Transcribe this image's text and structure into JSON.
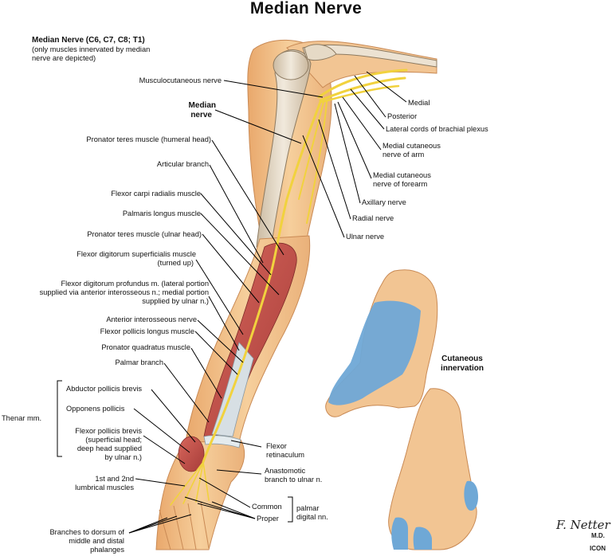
{
  "title": "Median Nerve",
  "header": {
    "line1": "Median Nerve (C6, C7, C8; T1)",
    "line2": "(only muscles innervated by median",
    "line3": "nerve are depicted)"
  },
  "left_labels": {
    "musculocutaneous": "Musculocutaneous nerve",
    "median_1": "Median",
    "median_2": "nerve",
    "pronator_humeral": "Pronator teres muscle (humeral head)",
    "articular": "Articular branch",
    "fcr": "Flexor carpi radialis muscle",
    "palmaris": "Palmaris longus muscle",
    "pronator_ulnar": "Pronator teres muscle (ulnar head)",
    "fds_1": "Flexor digitorum superficialis muscle",
    "fds_2": "(turned up)",
    "fdp_1": "Flexor digitorum profundus m. (lateral portion",
    "fdp_2": "supplied via anterior interosseous n.; medial portion",
    "fdp_3": "supplied by ulnar n.)",
    "anterior_interosseous": "Anterior interosseous nerve",
    "fpl": "Flexor pollicis longus muscle",
    "pronator_quadratus": "Pronator quadratus muscle",
    "palmar_branch": "Palmar branch",
    "abductor": "Abductor pollicis brevis",
    "opponens": "Opponens pollicis",
    "fpb_1": "Flexor pollicis brevis",
    "fpb_2": "(superficial head;",
    "fpb_3": "deep head supplied",
    "fpb_4": "by ulnar n.)",
    "thenar": "Thenar mm.",
    "lumbricals_1": "1st and 2nd",
    "lumbricals_2": "lumbrical muscles",
    "branches_1": "Branches to dorsum of",
    "branches_2": "middle and distal",
    "branches_3": "phalanges"
  },
  "right_labels": {
    "medial": "Medial",
    "posterior": "Posterior",
    "lateral_cords": "Lateral cords of brachial plexus",
    "med_cut_arm_1": "Medial cutaneous",
    "med_cut_arm_2": "nerve of arm",
    "med_cut_fore_1": "Medial cutaneous",
    "med_cut_fore_2": "nerve of forearm",
    "axillary": "Axillary nerve",
    "radial": "Radial nerve",
    "ulnar": "Ulnar nerve",
    "cutaneous_1": "Cutaneous",
    "cutaneous_2": "innervation",
    "flexor_ret_1": "Flexor",
    "flexor_ret_2": "retinaculum",
    "anastomotic_1": "Anastomotic",
    "anastomotic_2": "branch to ulnar n.",
    "common": "Common",
    "proper": "Proper",
    "palmar_digital_1": "palmar",
    "palmar_digital_2": "digital nn."
  },
  "signature": {
    "name": "F. Netter",
    "suffix": "M.D.",
    "mark": "ICON"
  },
  "colors": {
    "skin": "#f4c792",
    "skin_dark": "#d99b64",
    "bone": "#e7dccb",
    "muscle": "#c7504a",
    "muscle_dark": "#9c3433",
    "tendon": "#dfe6ea",
    "nerve": "#f6dc48",
    "innervation": "#6fa8d6",
    "line": "#000000"
  }
}
